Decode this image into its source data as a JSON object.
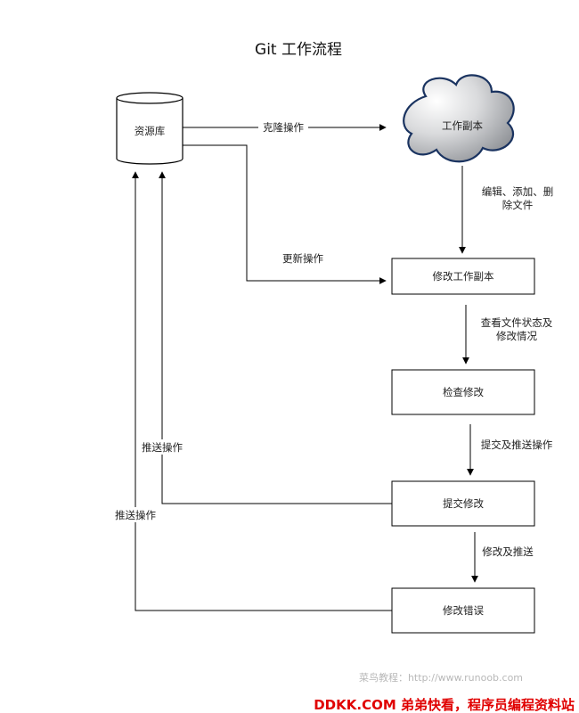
{
  "diagram": {
    "title": "Git 工作流程",
    "nodes": {
      "repository": "资源库",
      "working_copy": "工作副本",
      "modify_copy": "修改工作副本",
      "review_changes": "检查修改",
      "commit_changes": "提交修改",
      "fix_errors": "修改错误"
    },
    "edges": {
      "clone": "克隆操作",
      "update": "更新操作",
      "edit_line1": "编辑、添加、删",
      "edit_line2": "除文件",
      "check_line1": "查看文件状态及",
      "check_line2": "修改情况",
      "commit_push": "提交及推送操作",
      "modify_push": "修改及推送",
      "push_upper": "推送操作",
      "push_lower": "推送操作"
    }
  },
  "footer": {
    "watermark": "菜鸟教程：http://www.runoob.com",
    "brand": "DDKK.COM 弟弟快看，程序员编程资料站"
  },
  "colors": {
    "cloud_fill_light": "#ffffff",
    "cloud_fill_dark": "#8a8d92",
    "cloud_stroke": "#1a3360",
    "brand": "#e00000"
  }
}
